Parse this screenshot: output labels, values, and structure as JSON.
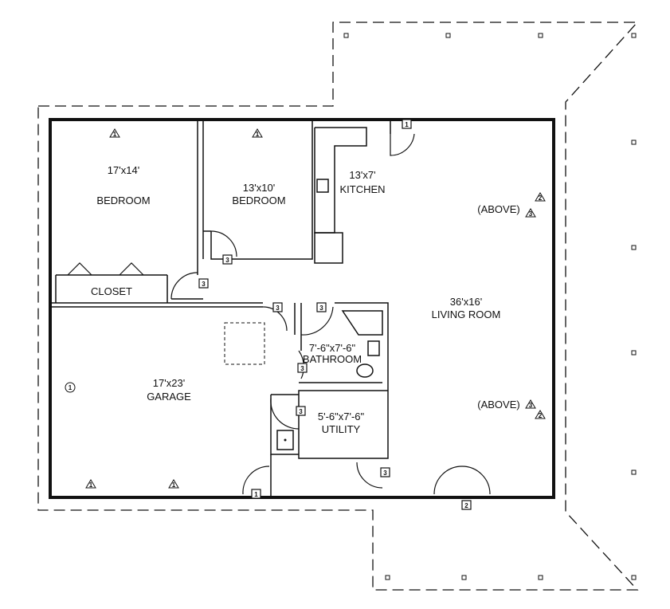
{
  "title": "Floor Plan",
  "rooms": {
    "bedroom1": {
      "size": "17'x14'",
      "name": "BEDROOM"
    },
    "bedroom2": {
      "size": "13'x10'",
      "name": "BEDROOM"
    },
    "kitchen": {
      "size": "13'x7'",
      "name": "KITCHEN"
    },
    "closet": {
      "name": "CLOSET"
    },
    "living": {
      "size": "36'x16'",
      "name": "LIVING ROOM"
    },
    "garage": {
      "size": "17'x23'",
      "name": "GARAGE"
    },
    "bathroom": {
      "size": "7'-6\"x7'-6\"",
      "name": "BATHROOM"
    },
    "utility": {
      "size": "5'-6\"x7'-6\"",
      "name": "UTILITY"
    }
  },
  "notes": {
    "above1": "(ABOVE)",
    "above2": "(ABOVE)"
  },
  "tags": {
    "one": "1",
    "two": "2",
    "three": "3"
  }
}
